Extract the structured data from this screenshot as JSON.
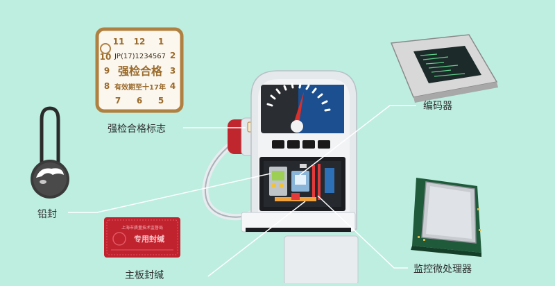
{
  "labels": {
    "inspection_sticker": "强检合格标志",
    "lead_seal": "铅封",
    "board_seal": "主板封缄",
    "encoder": "编码器",
    "cpu": "监控微处理器"
  },
  "sticker": {
    "top_numbers": [
      "11",
      "12",
      "1"
    ],
    "left_numbers": [
      "10",
      "9",
      "8"
    ],
    "right_numbers": [
      "2",
      "3",
      "4"
    ],
    "bottom_numbers": [
      "7",
      "6",
      "5"
    ],
    "code": "JP(17)1234567",
    "title": "强检合格",
    "validity": "有效期至十17年"
  },
  "seal_card": {
    "line1": "上海市质量技术监督局",
    "line2": "专用封缄"
  },
  "colors": {
    "background": "#bdeee0",
    "sticker_border": "#b08040",
    "sticker_text": "#9a6a2a",
    "leader_line": "#ffffff",
    "seal_red": "#c0222e"
  }
}
